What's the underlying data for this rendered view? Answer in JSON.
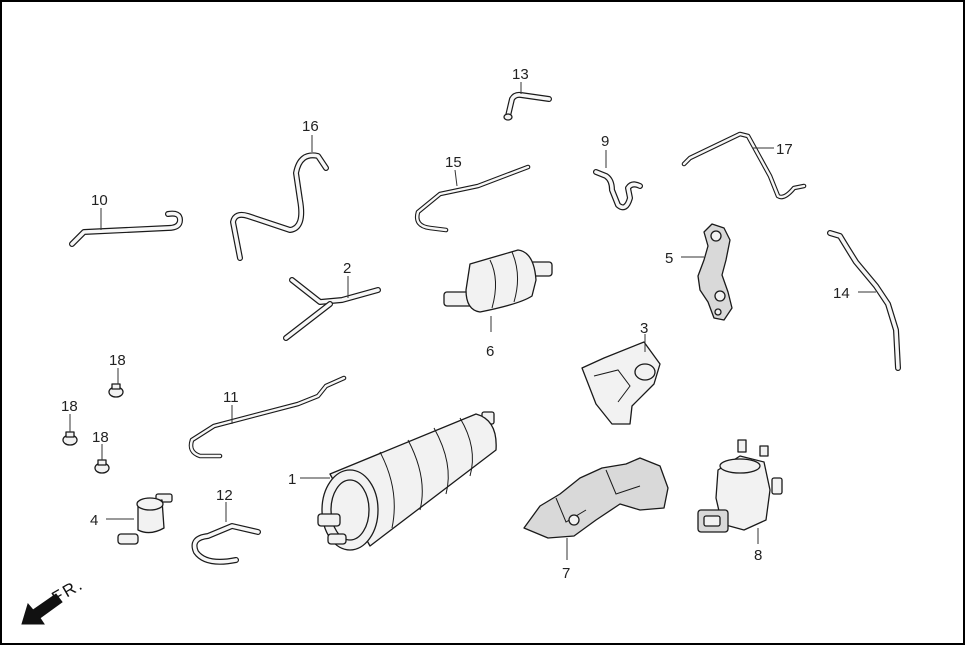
{
  "callouts": [
    {
      "id": "1",
      "label": "1"
    },
    {
      "id": "2",
      "label": "2"
    },
    {
      "id": "3",
      "label": "3"
    },
    {
      "id": "4",
      "label": "4"
    },
    {
      "id": "5",
      "label": "5"
    },
    {
      "id": "6",
      "label": "6"
    },
    {
      "id": "7",
      "label": "7"
    },
    {
      "id": "8",
      "label": "8"
    },
    {
      "id": "9",
      "label": "9"
    },
    {
      "id": "10",
      "label": "10"
    },
    {
      "id": "11",
      "label": "11"
    },
    {
      "id": "12",
      "label": "12"
    },
    {
      "id": "13",
      "label": "13"
    },
    {
      "id": "14",
      "label": "14"
    },
    {
      "id": "15",
      "label": "15"
    },
    {
      "id": "16",
      "label": "16"
    },
    {
      "id": "17",
      "label": "17"
    },
    {
      "id": "18a",
      "label": "18"
    },
    {
      "id": "18b",
      "label": "18"
    },
    {
      "id": "18c",
      "label": "18"
    }
  ],
  "front_indicator": {
    "label": "FR.",
    "icon": "front-arrow-icon"
  },
  "colors": {
    "line": "#1a1a1a",
    "fill": "#f2f2f2",
    "background": "#ffffff"
  }
}
